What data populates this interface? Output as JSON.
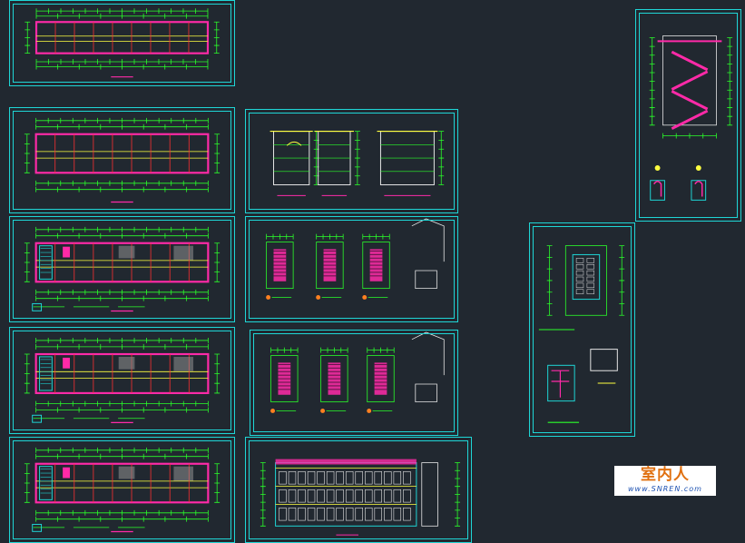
{
  "app": {
    "title": "CAD drawing sheet layout"
  },
  "colors": {
    "background": "#212830",
    "frame": "#1fd6d6",
    "wall": "#ff2aa8",
    "dimension": "#2aff2a",
    "grid": "#ffff40",
    "accent_red": "#ff3030",
    "text_white": "#e8e8e8"
  },
  "sheets": [
    {
      "id": "plan-roof",
      "kind": "floor-plan"
    },
    {
      "id": "plan-top",
      "kind": "floor-plan"
    },
    {
      "id": "plan-third",
      "kind": "floor-plan-detail"
    },
    {
      "id": "plan-second",
      "kind": "floor-plan-detail"
    },
    {
      "id": "plan-first",
      "kind": "floor-plan-detail"
    },
    {
      "id": "elevations-small",
      "kind": "elevation-set"
    },
    {
      "id": "stair-details-a",
      "kind": "stair-detail"
    },
    {
      "id": "stair-details-b",
      "kind": "stair-detail"
    },
    {
      "id": "front-elevation",
      "kind": "elevation"
    },
    {
      "id": "stair-section",
      "kind": "section"
    },
    {
      "id": "toilet-detail",
      "kind": "detail"
    }
  ],
  "watermark": {
    "main_text": "室内人",
    "sub_text": "www.SNREN.com"
  }
}
